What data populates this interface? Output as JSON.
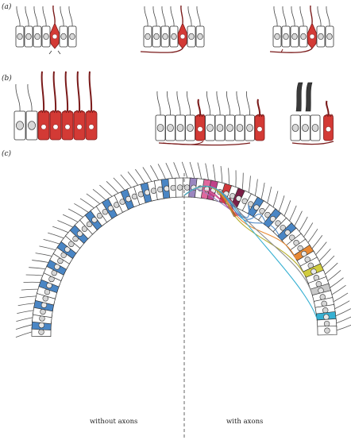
{
  "panels": {
    "a": {
      "label": "(a)"
    },
    "b": {
      "label": "(b)"
    },
    "c": {
      "label": "(c)",
      "left_caption": "without axons",
      "right_caption": "with axons"
    }
  },
  "colors": {
    "red": "#d33a35",
    "red_dark": "#7a1a1a",
    "blue": "#4a86c5",
    "blue_dark": "#2d5f93",
    "purple": "#9a86c0",
    "pink": "#e0689d",
    "magenta": "#c0428a",
    "red2": "#d2393c",
    "maroon": "#7b1f47",
    "orange": "#e98a34",
    "yellow": "#d1cc3f",
    "grey": "#c9c9c9",
    "cyan": "#37b0d2",
    "axon_blue": "#3a5f8a",
    "axon_orange": "#d98b3b",
    "axon_teal": "#2a8fa8"
  }
}
